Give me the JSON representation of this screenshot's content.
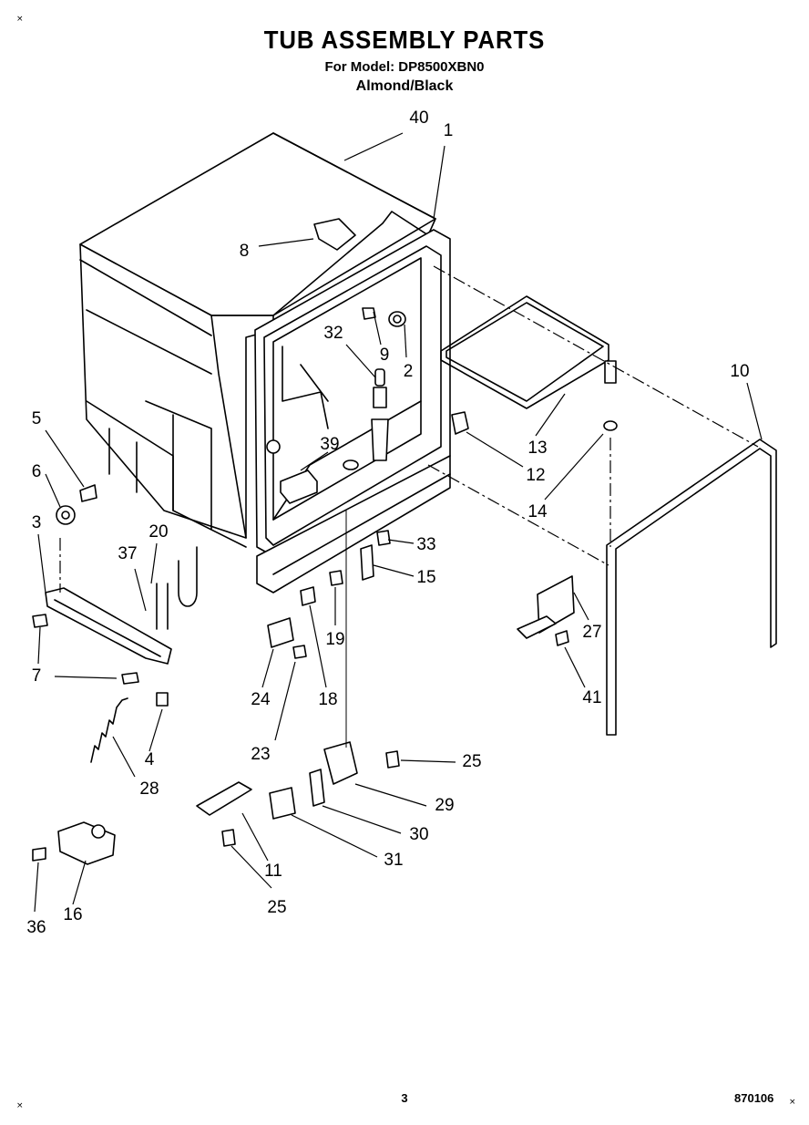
{
  "header": {
    "title": "TUB ASSEMBLY PARTS",
    "model_line": "For Model: DP8500XBN0",
    "color_line": "Almond/Black"
  },
  "callouts": [
    "40",
    "1",
    "8",
    "9",
    "2",
    "32",
    "10",
    "13",
    "5",
    "39",
    "12",
    "6",
    "14",
    "3",
    "20",
    "33",
    "37",
    "15",
    "27",
    "19",
    "7",
    "24",
    "18",
    "41",
    "23",
    "4",
    "28",
    "25",
    "29",
    "30",
    "31",
    "11",
    "25",
    "36",
    "16"
  ],
  "footer": {
    "page_number": "3",
    "doc_code": "870106"
  }
}
